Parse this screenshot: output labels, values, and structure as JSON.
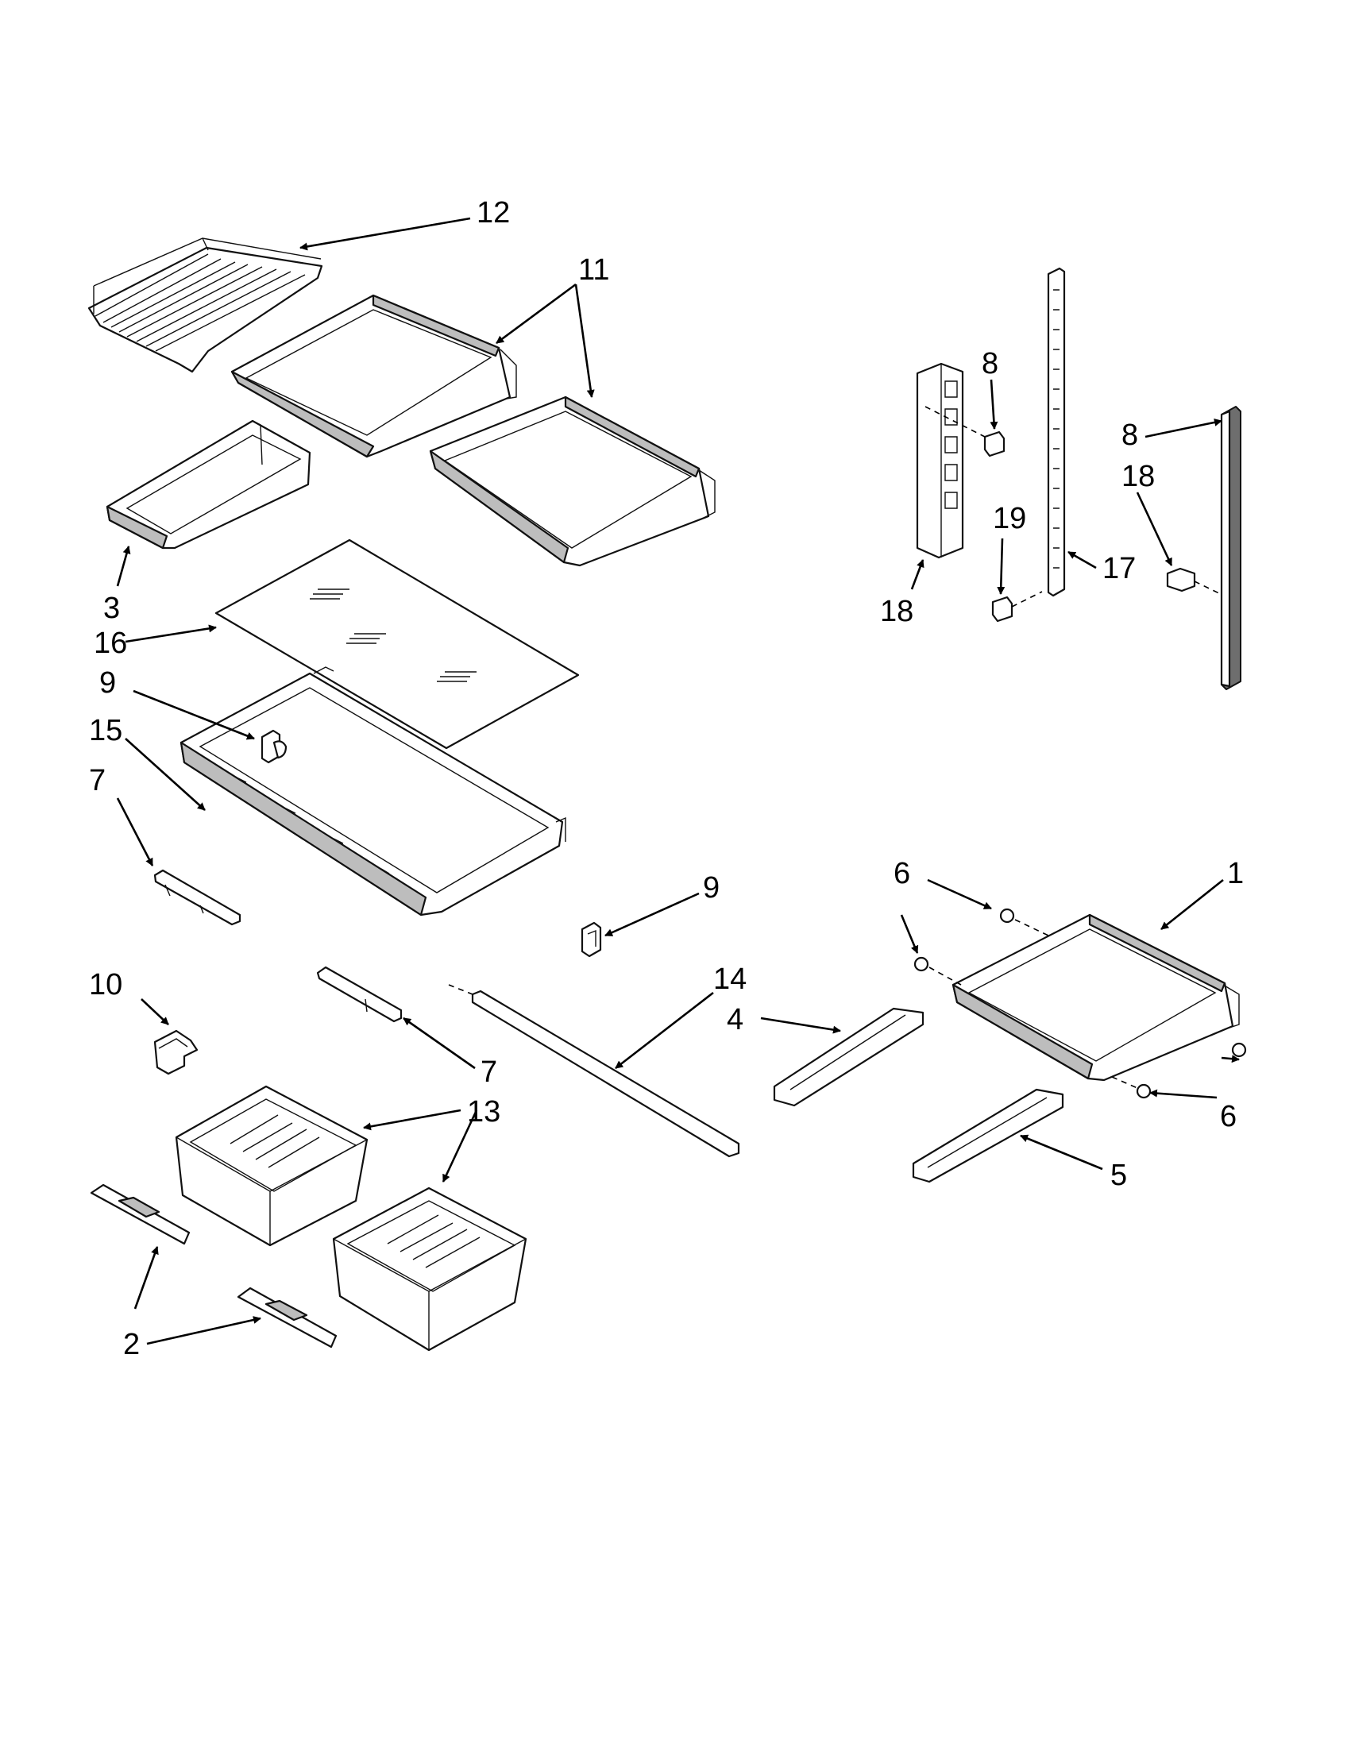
{
  "diagram": {
    "callouts": [
      {
        "id": "c-12",
        "label": "12"
      },
      {
        "id": "c-11",
        "label": "11"
      },
      {
        "id": "c-8a",
        "label": "8"
      },
      {
        "id": "c-8b",
        "label": "8"
      },
      {
        "id": "c-18a",
        "label": "18"
      },
      {
        "id": "c-19",
        "label": "19"
      },
      {
        "id": "c-17",
        "label": "17"
      },
      {
        "id": "c-18b",
        "label": "18"
      },
      {
        "id": "c-3",
        "label": "3"
      },
      {
        "id": "c-16",
        "label": "16"
      },
      {
        "id": "c-9a",
        "label": "9"
      },
      {
        "id": "c-15",
        "label": "15"
      },
      {
        "id": "c-7a",
        "label": "7"
      },
      {
        "id": "c-9b",
        "label": "9"
      },
      {
        "id": "c-6a",
        "label": "6"
      },
      {
        "id": "c-1",
        "label": "1"
      },
      {
        "id": "c-10",
        "label": "10"
      },
      {
        "id": "c-14",
        "label": "14"
      },
      {
        "id": "c-4",
        "label": "4"
      },
      {
        "id": "c-7b",
        "label": "7"
      },
      {
        "id": "c-13",
        "label": "13"
      },
      {
        "id": "c-6b",
        "label": "6"
      },
      {
        "id": "c-5",
        "label": "5"
      },
      {
        "id": "c-2",
        "label": "2"
      }
    ]
  }
}
